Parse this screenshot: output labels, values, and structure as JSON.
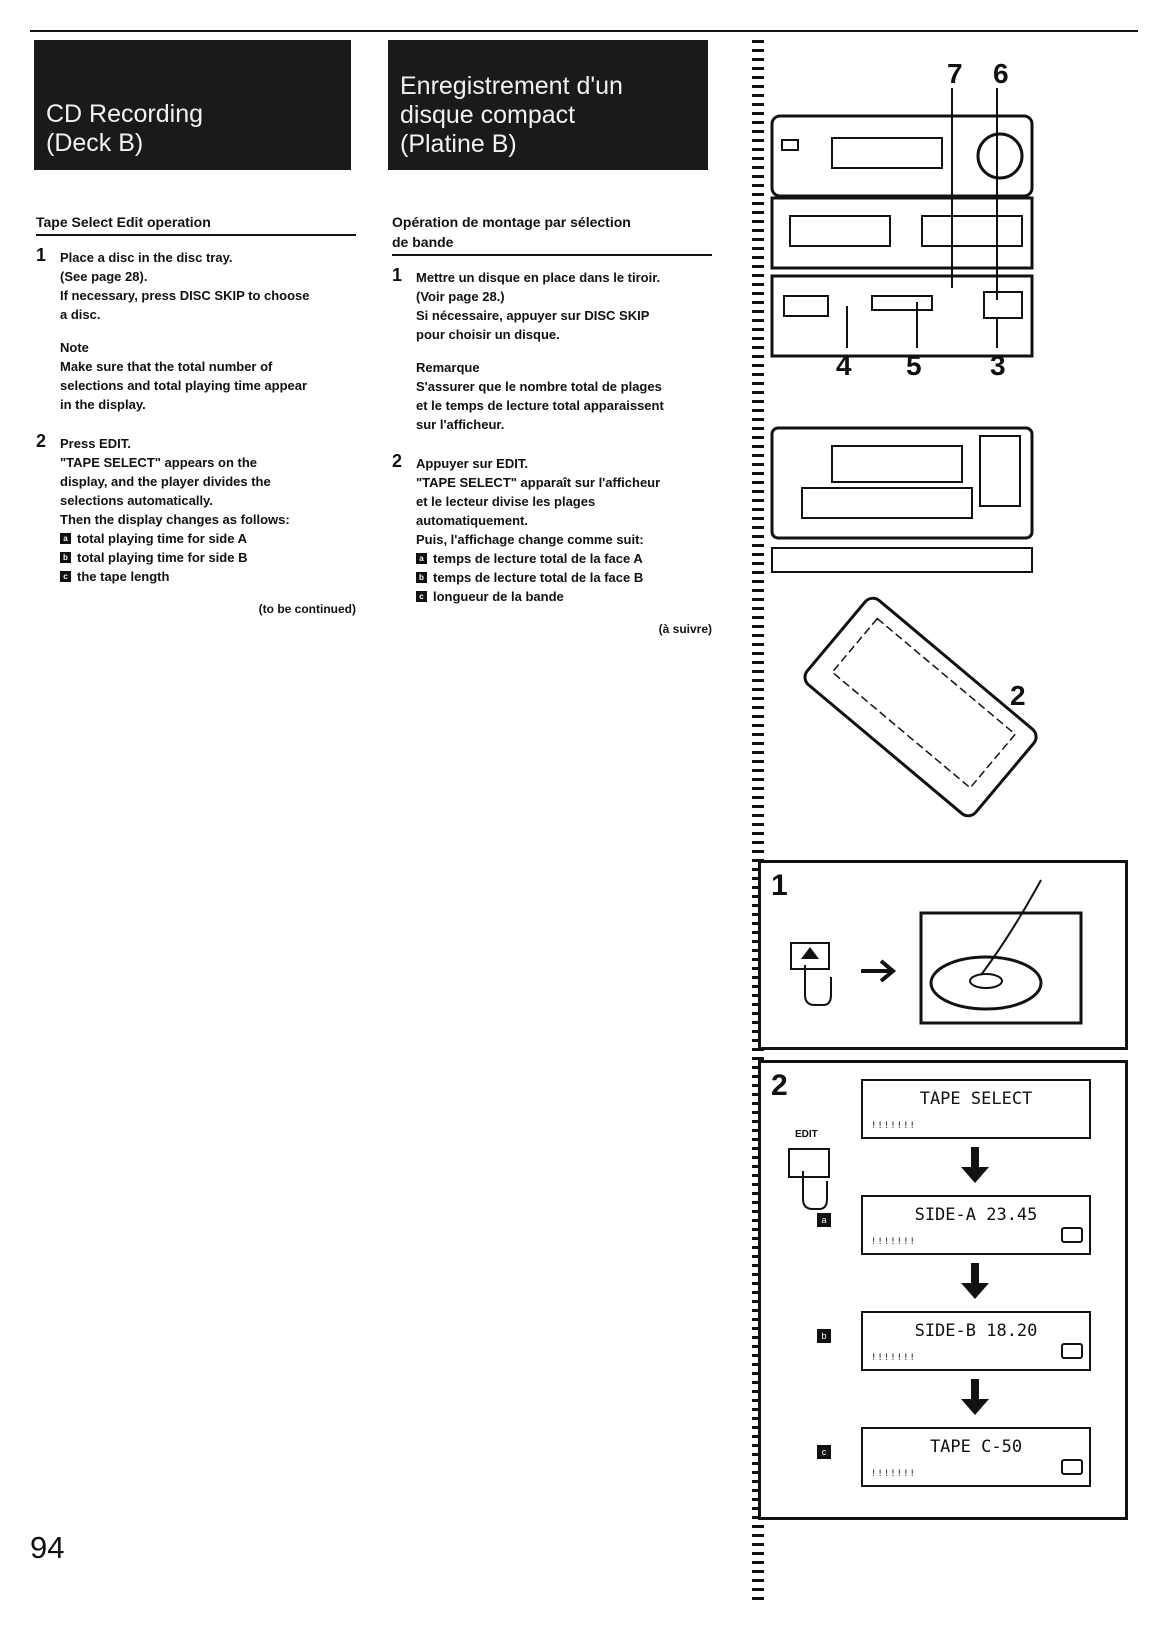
{
  "header": {
    "title_en": [
      "CD Recording",
      "(Deck B)"
    ],
    "title_fr": [
      "Enregistrement d'un",
      "disque compact",
      "(Platine B)"
    ]
  },
  "en": {
    "heading": "Tape Select Edit operation",
    "step1": {
      "num": "1",
      "lines": [
        "Place a disc in the disc tray.",
        "(See page 28).",
        "If necessary, press DISC SKIP to choose",
        "a disc."
      ],
      "note_title": "Note",
      "note_lines": [
        "Make sure that the total number of",
        "selections and total playing time appear",
        "in the display."
      ]
    },
    "step2": {
      "num": "2",
      "lines": [
        "Press EDIT.",
        "\"TAPE SELECT\" appears on the",
        "display, and the player divides the",
        "selections automatically.",
        "Then the display changes as follows:"
      ],
      "items": [
        {
          "letter": "a",
          "text": "total playing time for side A"
        },
        {
          "letter": "b",
          "text": "total playing time for side B"
        },
        {
          "letter": "c",
          "text": "the tape length"
        }
      ]
    },
    "continued": "(to be continued)"
  },
  "fr": {
    "heading_lines": [
      "Opération de montage par sélection",
      "de bande"
    ],
    "step1": {
      "num": "1",
      "lines": [
        "Mettre un disque en place dans le tiroir.",
        "(Voir page 28.)",
        "Si nécessaire, appuyer sur DISC SKIP",
        "pour choisir un disque."
      ],
      "note_title": "Remarque",
      "note_lines": [
        "S'assurer que le nombre total de plages",
        "et le temps de lecture total apparaissent",
        "sur l'afficheur."
      ]
    },
    "step2": {
      "num": "2",
      "lines": [
        "Appuyer sur EDIT.",
        "\"TAPE SELECT\" apparaît sur l'afficheur",
        "et le lecteur divise les plages",
        "automatiquement.",
        "Puis, l'affichage change comme suit:"
      ],
      "items": [
        {
          "letter": "a",
          "text": "temps de lecture total de la face A"
        },
        {
          "letter": "b",
          "text": "temps de lecture total de la face B"
        },
        {
          "letter": "c",
          "text": "longueur de la bande"
        }
      ]
    },
    "continued": "(à suivre)"
  },
  "page_number": "94",
  "illustration": {
    "callouts": [
      "7",
      "6",
      "4",
      "5",
      "3",
      "2"
    ],
    "panel1_num": "1",
    "panel2_num": "2",
    "edit_label": "EDIT",
    "displays": [
      {
        "letter": "",
        "text": "TAPE SELECT"
      },
      {
        "letter": "a",
        "text": "SIDE-A 23.45"
      },
      {
        "letter": "b",
        "text": "SIDE-B 18.20"
      },
      {
        "letter": "c",
        "text": "TAPE C-50"
      }
    ],
    "tick_marks": "!!!!!!!"
  }
}
